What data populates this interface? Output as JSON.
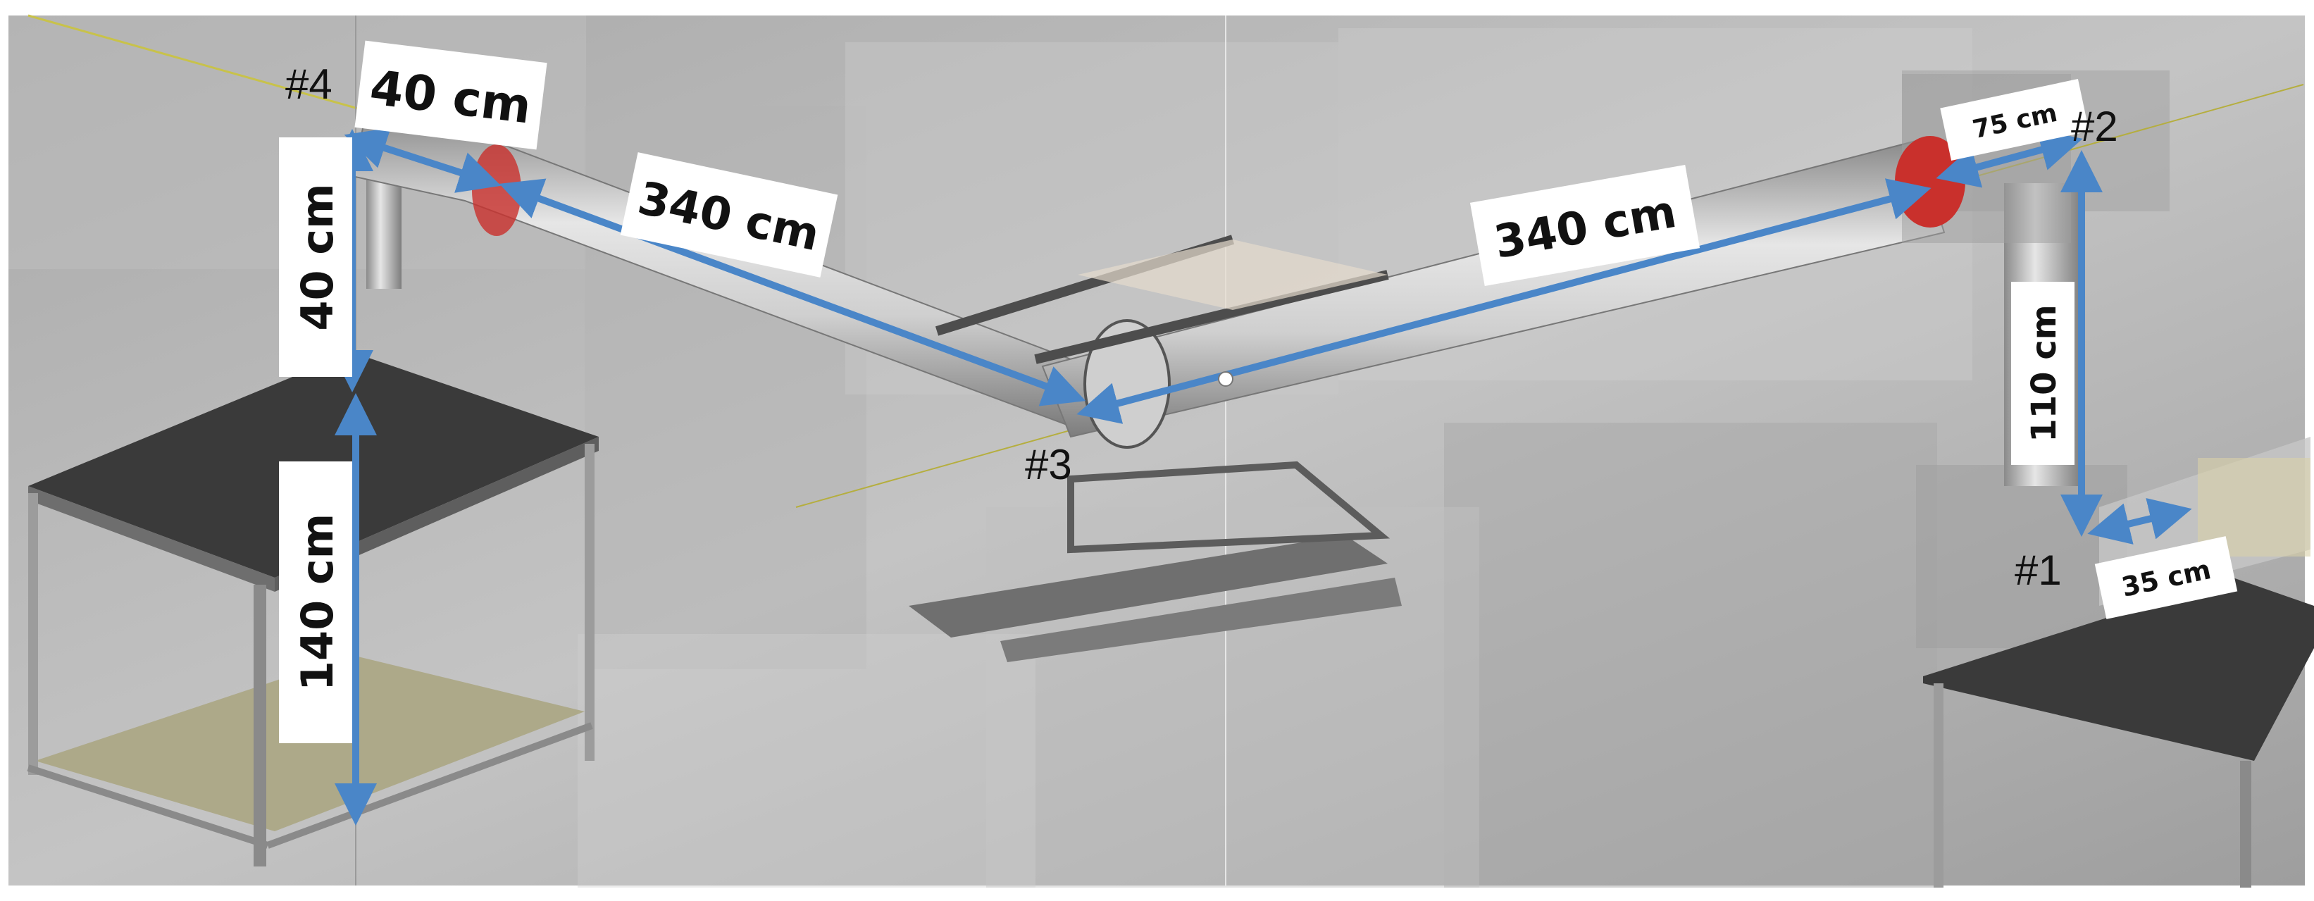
{
  "scene": {
    "colors": {
      "background": "#b8b8b8",
      "arrow": "#4a86c8",
      "pipe_light": "#d9d9d9",
      "pipe_dark": "#8f8f8f",
      "flange": "#c9302c",
      "table_top": "#3a3a3a",
      "label_bg": "#ffffff"
    },
    "nodes": [
      "#1",
      "#2",
      "#3",
      "#4"
    ],
    "dimensions": {
      "d40_horizontal": "40 cm",
      "d40_vertical": "40 cm",
      "d340_left": "340 cm",
      "d340_right": "340 cm",
      "d140": "140 cm",
      "d110": "110 cm",
      "d75": "75 cm",
      "d35": "35 cm"
    }
  }
}
